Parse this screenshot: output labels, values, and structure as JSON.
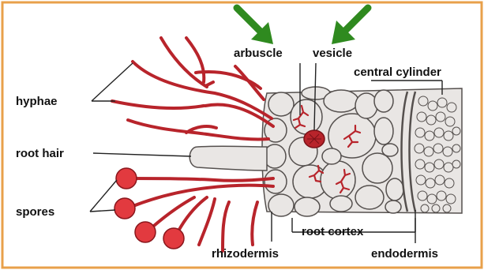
{
  "labels": {
    "hyphae": "hyphae",
    "root_hair": "root hair",
    "spores": "spores",
    "arbuscle": "arbuscle",
    "vesicle": "vesicle",
    "central_cylinder": "central cylinder",
    "root_cortex": "root cortex",
    "rhizodermis": "rhizodermis",
    "endodermis": "endodermis"
  },
  "colors": {
    "frame": "#e8a04a",
    "hypha": "#b8242b",
    "hypha_dark": "#7a1218",
    "spore": "#e23a3f",
    "cell_fill": "#e9e6e4",
    "cell_stroke": "#55504e",
    "arrow": "#2f8a1f",
    "leader": "#222222",
    "label_text": "#111111"
  },
  "icons": {
    "arrow_left": "down-right-arrow-icon",
    "arrow_right": "down-left-arrow-icon"
  }
}
